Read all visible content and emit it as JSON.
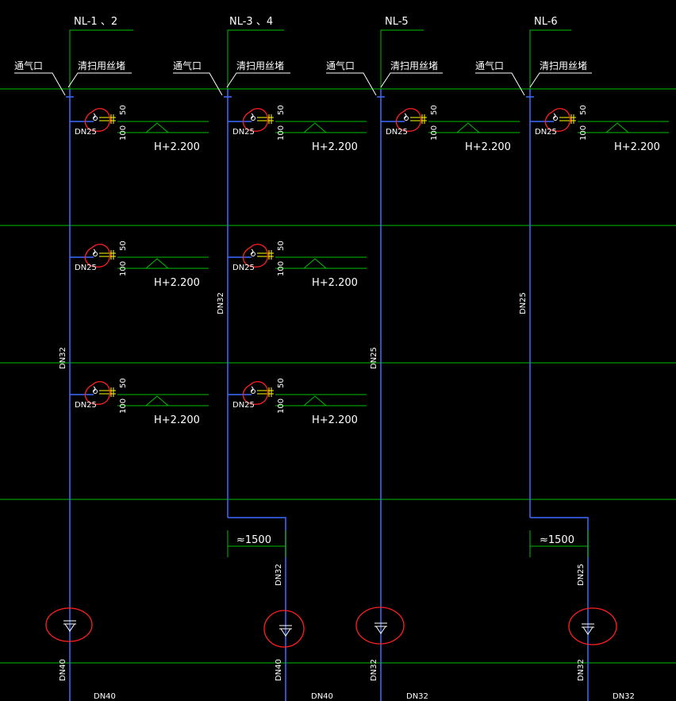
{
  "colors": {
    "background": "#000000",
    "floor_line": "#00c000",
    "pipe": "#3c6cff",
    "text": "#ffffff",
    "markup": "#ff2020",
    "valve_accent": "#ffff00"
  },
  "risers": [
    {
      "tag": "NL-1 、2",
      "vent_label": "通气口",
      "cleanout_label": "清扫用丝堵",
      "riser_size": "DN32",
      "branch_size": "DN25",
      "branch_dim_top": "50",
      "branch_dim_bottom": "100",
      "elevation": "H+2.200",
      "offset_dim": "",
      "offset_size": "",
      "outlet_size": "DN40",
      "bottom_size": "DN40"
    },
    {
      "tag": "NL-3 、4",
      "vent_label": "通气口",
      "cleanout_label": "清扫用丝堵",
      "riser_size": "DN32",
      "branch_size": "DN25",
      "branch_dim_top": "50",
      "branch_dim_bottom": "100",
      "elevation": "H+2.200",
      "offset_dim": "≈1500",
      "offset_size": "DN32",
      "outlet_size": "DN40",
      "bottom_size": "DN40"
    },
    {
      "tag": "NL-5",
      "vent_label": "通气口",
      "cleanout_label": "清扫用丝堵",
      "riser_size": "DN25",
      "branch_size": "DN25",
      "branch_dim_top": "50",
      "branch_dim_bottom": "100",
      "elevation": "H+2.200",
      "offset_dim": "",
      "offset_size": "",
      "outlet_size": "DN32",
      "bottom_size": "DN32"
    },
    {
      "tag": "NL-6",
      "vent_label": "通气口",
      "cleanout_label": "清扫用丝堵",
      "riser_size": "DN25",
      "branch_size": "DN25",
      "branch_dim_top": "50",
      "branch_dim_bottom": "100",
      "elevation": "H+2.200",
      "offset_dim": "≈1500",
      "offset_size": "DN25",
      "outlet_size": "DN32",
      "bottom_size": "DN32"
    }
  ]
}
